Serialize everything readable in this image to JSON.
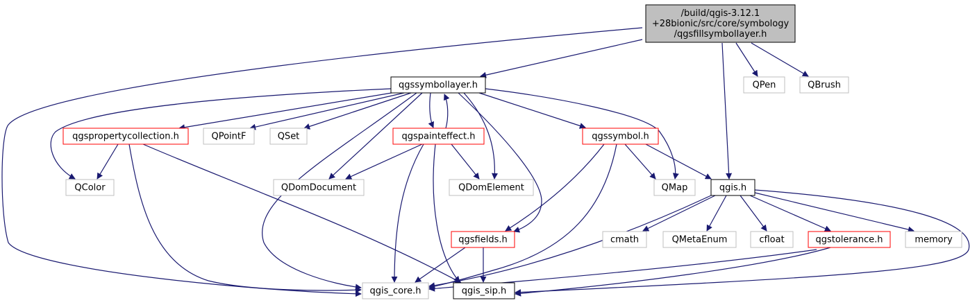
{
  "colors": {
    "edge": "#191970",
    "root_fill": "#bfbfbf",
    "external_border": "#bfbfbf",
    "incomplete_border": "#ff0000",
    "complete_border": "#000000"
  },
  "nodes": [
    {
      "id": "root",
      "style": "root",
      "lines": [
        "/build/qgis-3.12.1",
        "+28bionic/src/core/symbology",
        "/qgsfillsymbollayer.h"
      ]
    },
    {
      "id": "qgssymbollayer",
      "style": "plain",
      "lines": [
        "qgssymbollayer.h"
      ]
    },
    {
      "id": "qpen",
      "style": "gray",
      "lines": [
        "QPen"
      ]
    },
    {
      "id": "qbrush",
      "style": "gray",
      "lines": [
        "QBrush"
      ]
    },
    {
      "id": "qgspropertycollection",
      "style": "red",
      "lines": [
        "qgspropertycollection.h"
      ]
    },
    {
      "id": "qpointf",
      "style": "gray",
      "lines": [
        "QPointF"
      ]
    },
    {
      "id": "qset",
      "style": "gray",
      "lines": [
        "QSet"
      ]
    },
    {
      "id": "qgspainteffect",
      "style": "red",
      "lines": [
        "qgspainteffect.h"
      ]
    },
    {
      "id": "qgssymbol",
      "style": "red",
      "lines": [
        "qgssymbol.h"
      ]
    },
    {
      "id": "qcolor",
      "style": "gray",
      "lines": [
        "QColor"
      ]
    },
    {
      "id": "qdomdocument",
      "style": "gray",
      "lines": [
        "QDomDocument"
      ]
    },
    {
      "id": "qdomelement",
      "style": "gray",
      "lines": [
        "QDomElement"
      ]
    },
    {
      "id": "qmap",
      "style": "gray",
      "lines": [
        "QMap"
      ]
    },
    {
      "id": "qgis",
      "style": "plain",
      "lines": [
        "qgis.h"
      ]
    },
    {
      "id": "qgsfields",
      "style": "red",
      "lines": [
        "qgsfields.h"
      ]
    },
    {
      "id": "cmath",
      "style": "gray",
      "lines": [
        "cmath"
      ]
    },
    {
      "id": "qmetaenum",
      "style": "gray",
      "lines": [
        "QMetaEnum"
      ]
    },
    {
      "id": "cfloat",
      "style": "gray",
      "lines": [
        "cfloat"
      ]
    },
    {
      "id": "qgstolerance",
      "style": "red",
      "lines": [
        "qgstolerance.h"
      ]
    },
    {
      "id": "memory",
      "style": "gray",
      "lines": [
        "memory"
      ]
    },
    {
      "id": "qgis_core",
      "style": "gray",
      "lines": [
        "qgis_core.h"
      ]
    },
    {
      "id": "qgis_sip",
      "style": "plain",
      "lines": [
        "qgis_sip.h"
      ]
    }
  ],
  "edges": [
    {
      "from": "root",
      "to": "qgssymbollayer"
    },
    {
      "from": "root",
      "to": "qpen"
    },
    {
      "from": "root",
      "to": "qbrush"
    },
    {
      "from": "root",
      "to": "qgis"
    },
    {
      "from": "root",
      "to": "qgis_core"
    },
    {
      "from": "qgssymbollayer",
      "to": "qgspropertycollection"
    },
    {
      "from": "qgssymbollayer",
      "to": "qpointf"
    },
    {
      "from": "qgssymbollayer",
      "to": "qset"
    },
    {
      "from": "qgssymbollayer",
      "to": "qgspainteffect"
    },
    {
      "from": "qgssymbollayer",
      "to": "qgssymbol"
    },
    {
      "from": "qgssymbollayer",
      "to": "qcolor"
    },
    {
      "from": "qgssymbollayer",
      "to": "qdomdocument"
    },
    {
      "from": "qgssymbollayer",
      "to": "qdomelement"
    },
    {
      "from": "qgssymbollayer",
      "to": "qmap"
    },
    {
      "from": "qgssymbollayer",
      "to": "qgsfields"
    },
    {
      "from": "qgssymbollayer",
      "to": "qgis_core"
    },
    {
      "from": "qgspainteffect",
      "to": "qgssymbollayer"
    },
    {
      "from": "qgspropertycollection",
      "to": "qcolor"
    },
    {
      "from": "qgspropertycollection",
      "to": "qgis_core"
    },
    {
      "from": "qgspropertycollection",
      "to": "qgis_sip"
    },
    {
      "from": "qgspainteffect",
      "to": "qdomdocument"
    },
    {
      "from": "qgspainteffect",
      "to": "qdomelement"
    },
    {
      "from": "qgspainteffect",
      "to": "qgis_core"
    },
    {
      "from": "qgspainteffect",
      "to": "qgis_sip"
    },
    {
      "from": "qgssymbol",
      "to": "qmap"
    },
    {
      "from": "qgssymbol",
      "to": "qgis"
    },
    {
      "from": "qgssymbol",
      "to": "qgsfields"
    },
    {
      "from": "qgssymbol",
      "to": "qgis_core"
    },
    {
      "from": "qgis",
      "to": "cmath"
    },
    {
      "from": "qgis",
      "to": "qmetaenum"
    },
    {
      "from": "qgis",
      "to": "cfloat"
    },
    {
      "from": "qgis",
      "to": "qgstolerance"
    },
    {
      "from": "qgis",
      "to": "memory"
    },
    {
      "from": "qgis",
      "to": "qgis_core"
    },
    {
      "from": "qgis",
      "to": "qgis_sip"
    },
    {
      "from": "qgsfields",
      "to": "qgis_core"
    },
    {
      "from": "qgsfields",
      "to": "qgis_sip"
    },
    {
      "from": "qgstolerance",
      "to": "qgis_core"
    },
    {
      "from": "qgstolerance",
      "to": "qgis_sip"
    }
  ]
}
